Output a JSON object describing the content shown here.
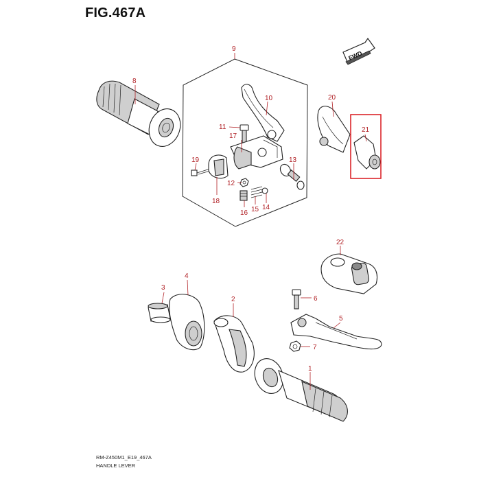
{
  "figure": {
    "title": "FIG.467A",
    "footer_code": "RM-Z450M1_E19_467A",
    "footer_name": "HANDLE LEVER",
    "fwd_label": "FWD"
  },
  "callouts": [
    {
      "id": "c1",
      "label": "1"
    },
    {
      "id": "c2",
      "label": "2"
    },
    {
      "id": "c3",
      "label": "3"
    },
    {
      "id": "c4",
      "label": "4"
    },
    {
      "id": "c5",
      "label": "5"
    },
    {
      "id": "c6",
      "label": "6"
    },
    {
      "id": "c7",
      "label": "7"
    },
    {
      "id": "c8",
      "label": "8"
    },
    {
      "id": "c9",
      "label": "9"
    },
    {
      "id": "c10",
      "label": "10"
    },
    {
      "id": "c11",
      "label": "11"
    },
    {
      "id": "c12",
      "label": "12"
    },
    {
      "id": "c13",
      "label": "13"
    },
    {
      "id": "c14",
      "label": "14"
    },
    {
      "id": "c15",
      "label": "15"
    },
    {
      "id": "c16",
      "label": "16"
    },
    {
      "id": "c17",
      "label": "17"
    },
    {
      "id": "c18",
      "label": "18"
    },
    {
      "id": "c19",
      "label": "19"
    },
    {
      "id": "c20",
      "label": "20"
    },
    {
      "id": "c21",
      "label": "21"
    },
    {
      "id": "c22",
      "label": "22"
    }
  ],
  "colors": {
    "callout": "#b01e23",
    "highlight_box": "#d9161c",
    "line": "#222222"
  },
  "highlighted_part": "21"
}
